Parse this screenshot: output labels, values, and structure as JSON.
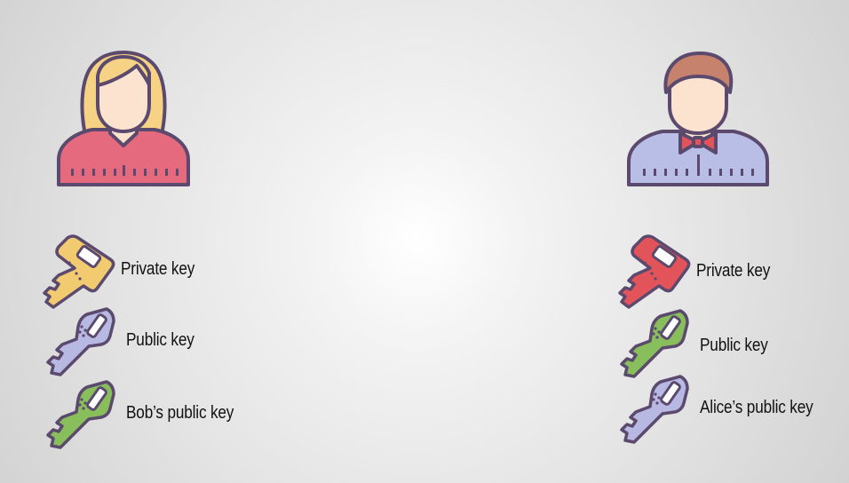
{
  "alice": {
    "avatar_icon": "woman-avatar-icon",
    "keys": [
      {
        "label": "Private key",
        "icon": "key-icon",
        "color": "#f2ca6f"
      },
      {
        "label": "Public key",
        "icon": "key-icon",
        "color": "#b7b9e3"
      },
      {
        "label": "Bob’s public key",
        "icon": "key-icon",
        "color": "#88be5b"
      }
    ]
  },
  "bob": {
    "avatar_icon": "man-avatar-icon",
    "keys": [
      {
        "label": "Private key",
        "icon": "key-icon",
        "color": "#e3545a"
      },
      {
        "label": "Public key",
        "icon": "key-icon",
        "color": "#88be5b"
      },
      {
        "label": "Alice’s public key",
        "icon": "key-icon",
        "color": "#b7b9e3"
      }
    ]
  },
  "colors": {
    "outline": "#5b4a6e",
    "skin": "#fbe3cf",
    "alice_hair": "#f6d284",
    "alice_shirt": "#e66a7e",
    "bob_hair": "#c6826c",
    "bob_shirt": "#b8bee6",
    "bob_bowtie": "#e3545a"
  }
}
